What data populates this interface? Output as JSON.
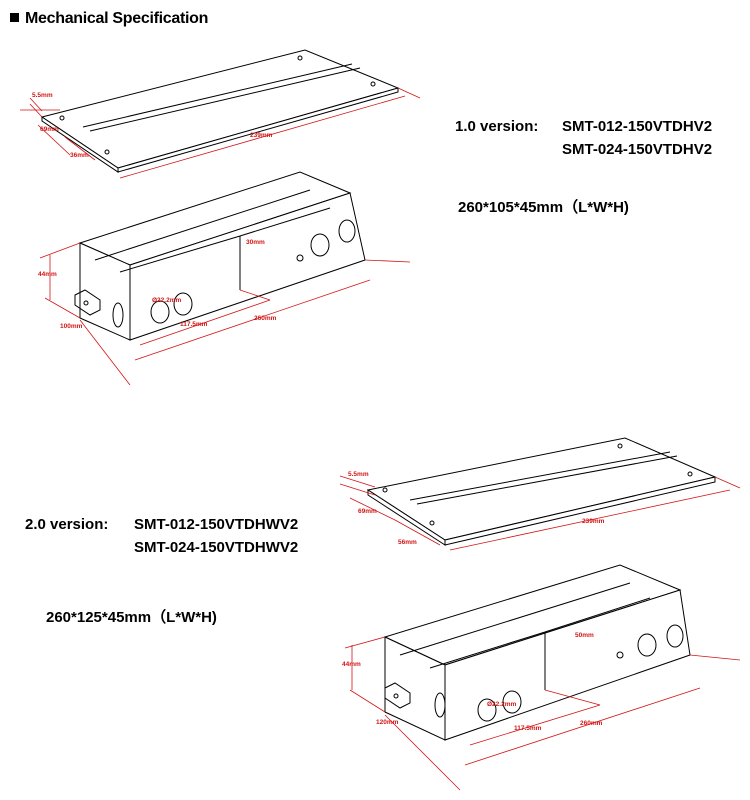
{
  "heading": "Mechanical Specification",
  "v1": {
    "version_label": "1.0 version:",
    "model_a": "SMT-012-150VTDHV2",
    "model_b": "SMT-024-150VTDHV2",
    "dimensions": "260*105*45mm（L*W*H)",
    "cover_dims": {
      "margin": "5.5mm",
      "width": "69mm",
      "gap": "36mm",
      "length": "239mm"
    },
    "box_dims": {
      "height": "44mm",
      "width": "100mm",
      "hole": "Ø22.2mm",
      "partition": "30mm",
      "inner": "117.5mm",
      "length": "260mm"
    }
  },
  "v2": {
    "version_label": "2.0 version:",
    "model_a": "SMT-012-150VTDHWV2",
    "model_b": "SMT-024-150VTDHWV2",
    "dimensions": "260*125*45mm（L*W*H)",
    "cover_dims": {
      "margin": "5.5mm",
      "width": "69mm",
      "gap": "56mm",
      "length": "239mm"
    },
    "box_dims": {
      "height": "44mm",
      "width": "120mm",
      "hole": "Ø22.2mm",
      "partition": "50mm",
      "inner": "117.5mm",
      "length": "260mm"
    }
  },
  "colors": {
    "dimension_red": "#d21414",
    "line": "#000000"
  }
}
